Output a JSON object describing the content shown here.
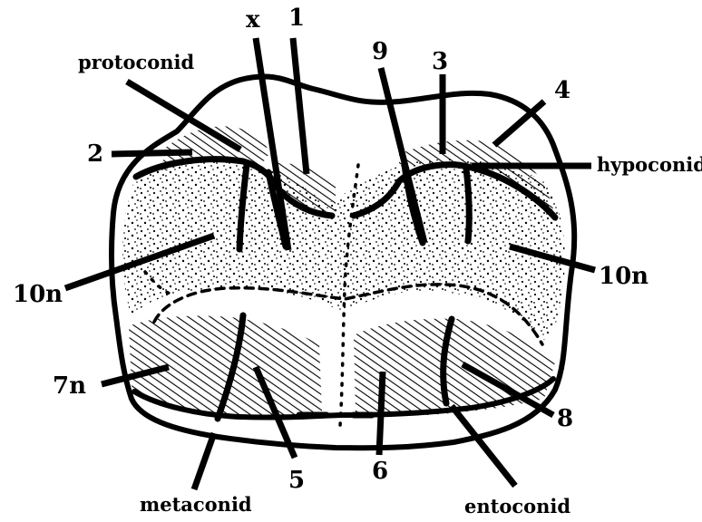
{
  "labels": {
    "x": "x",
    "n1": "1",
    "protoconid": "protoconid",
    "n9": "9",
    "n3": "3",
    "n4": "4",
    "n2": "2",
    "hypoconid": "hypoconid",
    "n10n_left": "10n",
    "n10n_right": "10n",
    "n7n": "7n",
    "n8": "8",
    "n5": "5",
    "n6": "6",
    "metaconid": "metaconid",
    "entoconid": "entoconid"
  },
  "colors": {
    "ink": "#000000",
    "background": "#ffffff"
  }
}
